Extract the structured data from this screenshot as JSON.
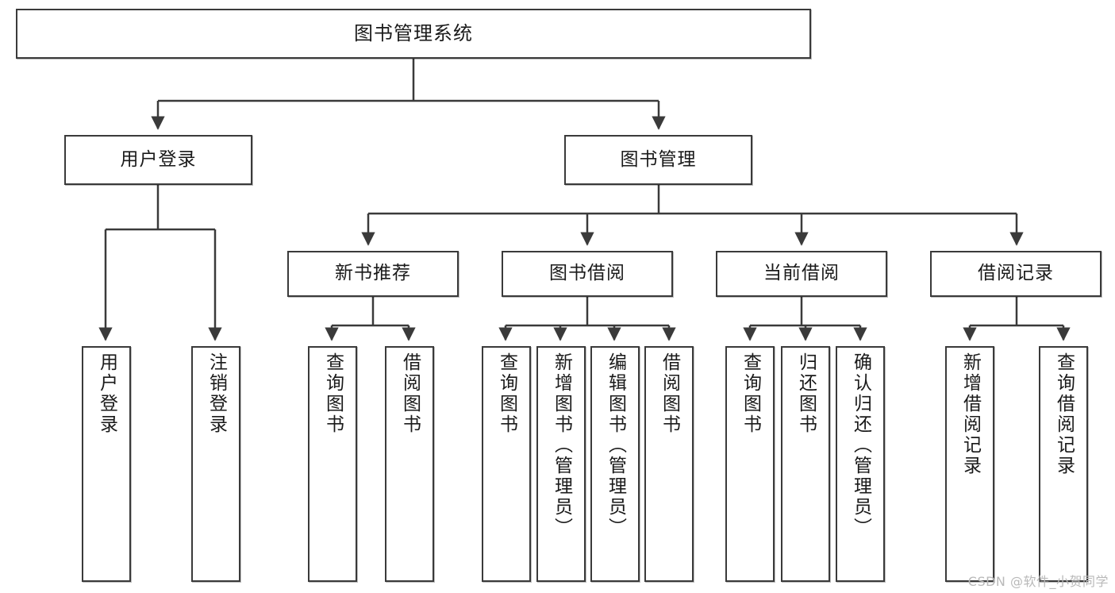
{
  "diagram": {
    "title": "图书管理系统",
    "type": "tree-hierarchy",
    "watermark": "CSDN @软件_小贺同学",
    "colors": {
      "box_border": "#3a3a3a",
      "box_fill": "#ffffff",
      "edge": "#3a3a3a",
      "text": "#1a1a1a",
      "watermark": "#b9b9b9"
    }
  },
  "nodes": {
    "root": {
      "label": "图书管理系统"
    },
    "level2": [
      {
        "id": "user-login",
        "label": "用户登录"
      },
      {
        "id": "book-manage",
        "label": "图书管理"
      }
    ],
    "level3": [
      {
        "id": "new-book-recommend",
        "label": "新书推荐"
      },
      {
        "id": "book-borrow",
        "label": "图书借阅"
      },
      {
        "id": "current-borrow",
        "label": "当前借阅"
      },
      {
        "id": "borrow-record",
        "label": "借阅记录"
      }
    ],
    "leaves": {
      "user-login": [
        {
          "id": "leaf-user-login",
          "label": "用户登录"
        },
        {
          "id": "leaf-logout-login",
          "label": "注销登录"
        }
      ],
      "new-book-recommend": [
        {
          "id": "leaf-query-book-1",
          "label": "查询图书"
        },
        {
          "id": "leaf-borrow-book-1",
          "label": "借阅图书"
        }
      ],
      "book-borrow": [
        {
          "id": "leaf-query-book-2",
          "label": "查询图书"
        },
        {
          "id": "leaf-add-book",
          "label": "新增图书（管理员）"
        },
        {
          "id": "leaf-edit-book",
          "label": "编辑图书（管理员）"
        },
        {
          "id": "leaf-borrow-book-2",
          "label": "借阅图书"
        }
      ],
      "current-borrow": [
        {
          "id": "leaf-query-book-3",
          "label": "查询图书"
        },
        {
          "id": "leaf-return-book",
          "label": "归还图书"
        },
        {
          "id": "leaf-confirm-return",
          "label": "确认归还（管理员）"
        }
      ],
      "borrow-record": [
        {
          "id": "leaf-add-record",
          "label": "新增借阅记录"
        },
        {
          "id": "leaf-query-record",
          "label": "查询借阅记录"
        }
      ]
    }
  }
}
